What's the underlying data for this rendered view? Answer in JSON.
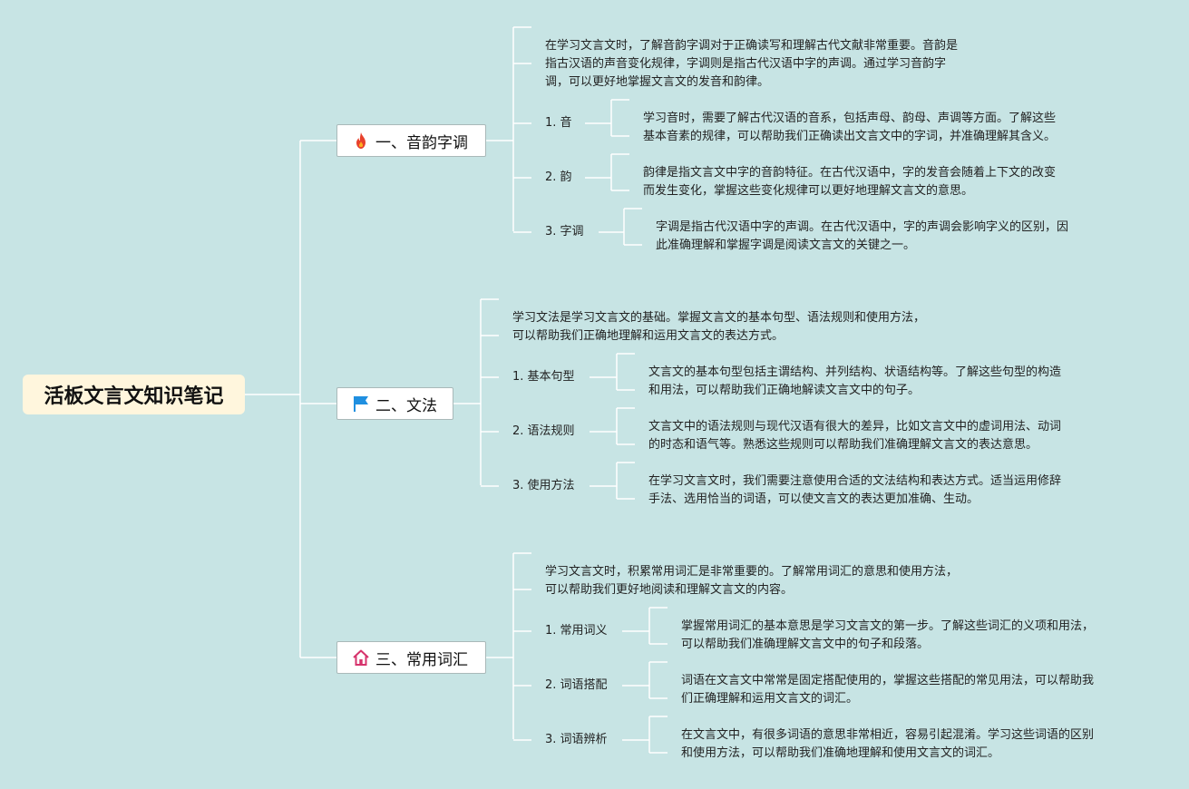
{
  "root": {
    "title": "活板文言文知识笔记"
  },
  "branches": [
    {
      "title": "一、音韵字调",
      "icon": "fire-icon",
      "intro": [
        "在学习文言文时，了解音韵字调对于正确读写和理解古代文献非常重要。音韵是",
        "指古汉语的声音变化规律，字调则是指古代汉语中字的声调。通过学习音韵字",
        "调，可以更好地掌握文言文的发音和韵律。"
      ],
      "items": [
        {
          "label": "1. 音",
          "lines": [
            "学习音时，需要了解古代汉语的音系，包括声母、韵母、声调等方面。了解这些",
            "基本音素的规律，可以帮助我们正确读出文言文中的字词，并准确理解其含义。"
          ]
        },
        {
          "label": "2. 韵",
          "lines": [
            "韵律是指文言文中字的音韵特征。在古代汉语中，字的发音会随着上下文的改变",
            "而发生变化，掌握这些变化规律可以更好地理解文言文的意思。"
          ]
        },
        {
          "label": "3. 字调",
          "lines": [
            "字调是指古代汉语中字的声调。在古代汉语中，字的声调会影响字义的区别，因",
            "此准确理解和掌握字调是阅读文言文的关键之一。"
          ]
        }
      ]
    },
    {
      "title": "二、文法",
      "icon": "flag-icon",
      "intro": [
        "学习文法是学习文言文的基础。掌握文言文的基本句型、语法规则和使用方法，",
        "可以帮助我们正确地理解和运用文言文的表达方式。"
      ],
      "items": [
        {
          "label": "1. 基本句型",
          "lines": [
            "文言文的基本句型包括主谓结构、并列结构、状语结构等。了解这些句型的构造",
            "和用法，可以帮助我们正确地解读文言文中的句子。"
          ]
        },
        {
          "label": "2. 语法规则",
          "lines": [
            "文言文中的语法规则与现代汉语有很大的差异，比如文言文中的虚词用法、动词",
            "的时态和语气等。熟悉这些规则可以帮助我们准确理解文言文的表达意思。"
          ]
        },
        {
          "label": "3. 使用方法",
          "lines": [
            "在学习文言文时，我们需要注意使用合适的文法结构和表达方式。适当运用修辞",
            "手法、选用恰当的词语，可以使文言文的表达更加准确、生动。"
          ]
        }
      ]
    },
    {
      "title": "三、常用词汇",
      "icon": "house-icon",
      "intro": [
        "学习文言文时，积累常用词汇是非常重要的。了解常用词汇的意思和使用方法，",
        "可以帮助我们更好地阅读和理解文言文的内容。"
      ],
      "items": [
        {
          "label": "1. 常用词义",
          "lines": [
            "掌握常用词汇的基本意思是学习文言文的第一步。了解这些词汇的义项和用法，",
            "可以帮助我们准确理解文言文中的句子和段落。"
          ]
        },
        {
          "label": "2. 词语搭配",
          "lines": [
            "词语在文言文中常常是固定搭配使用的，掌握这些搭配的常见用法，可以帮助我",
            "们正确理解和运用文言文的词汇。"
          ]
        },
        {
          "label": "3. 词语辨析",
          "lines": [
            "在文言文中，有很多词语的意思非常相近，容易引起混淆。学习这些词语的区别",
            "和使用方法，可以帮助我们准确地理解和使用文言文的词汇。"
          ]
        }
      ]
    }
  ],
  "colors": {
    "background": "#c7e4e4",
    "root_fill": "#fff6dd",
    "connector": "#ffffff",
    "fire": "#e8412c",
    "flag": "#1f8fe0",
    "house": "#d6336c"
  }
}
